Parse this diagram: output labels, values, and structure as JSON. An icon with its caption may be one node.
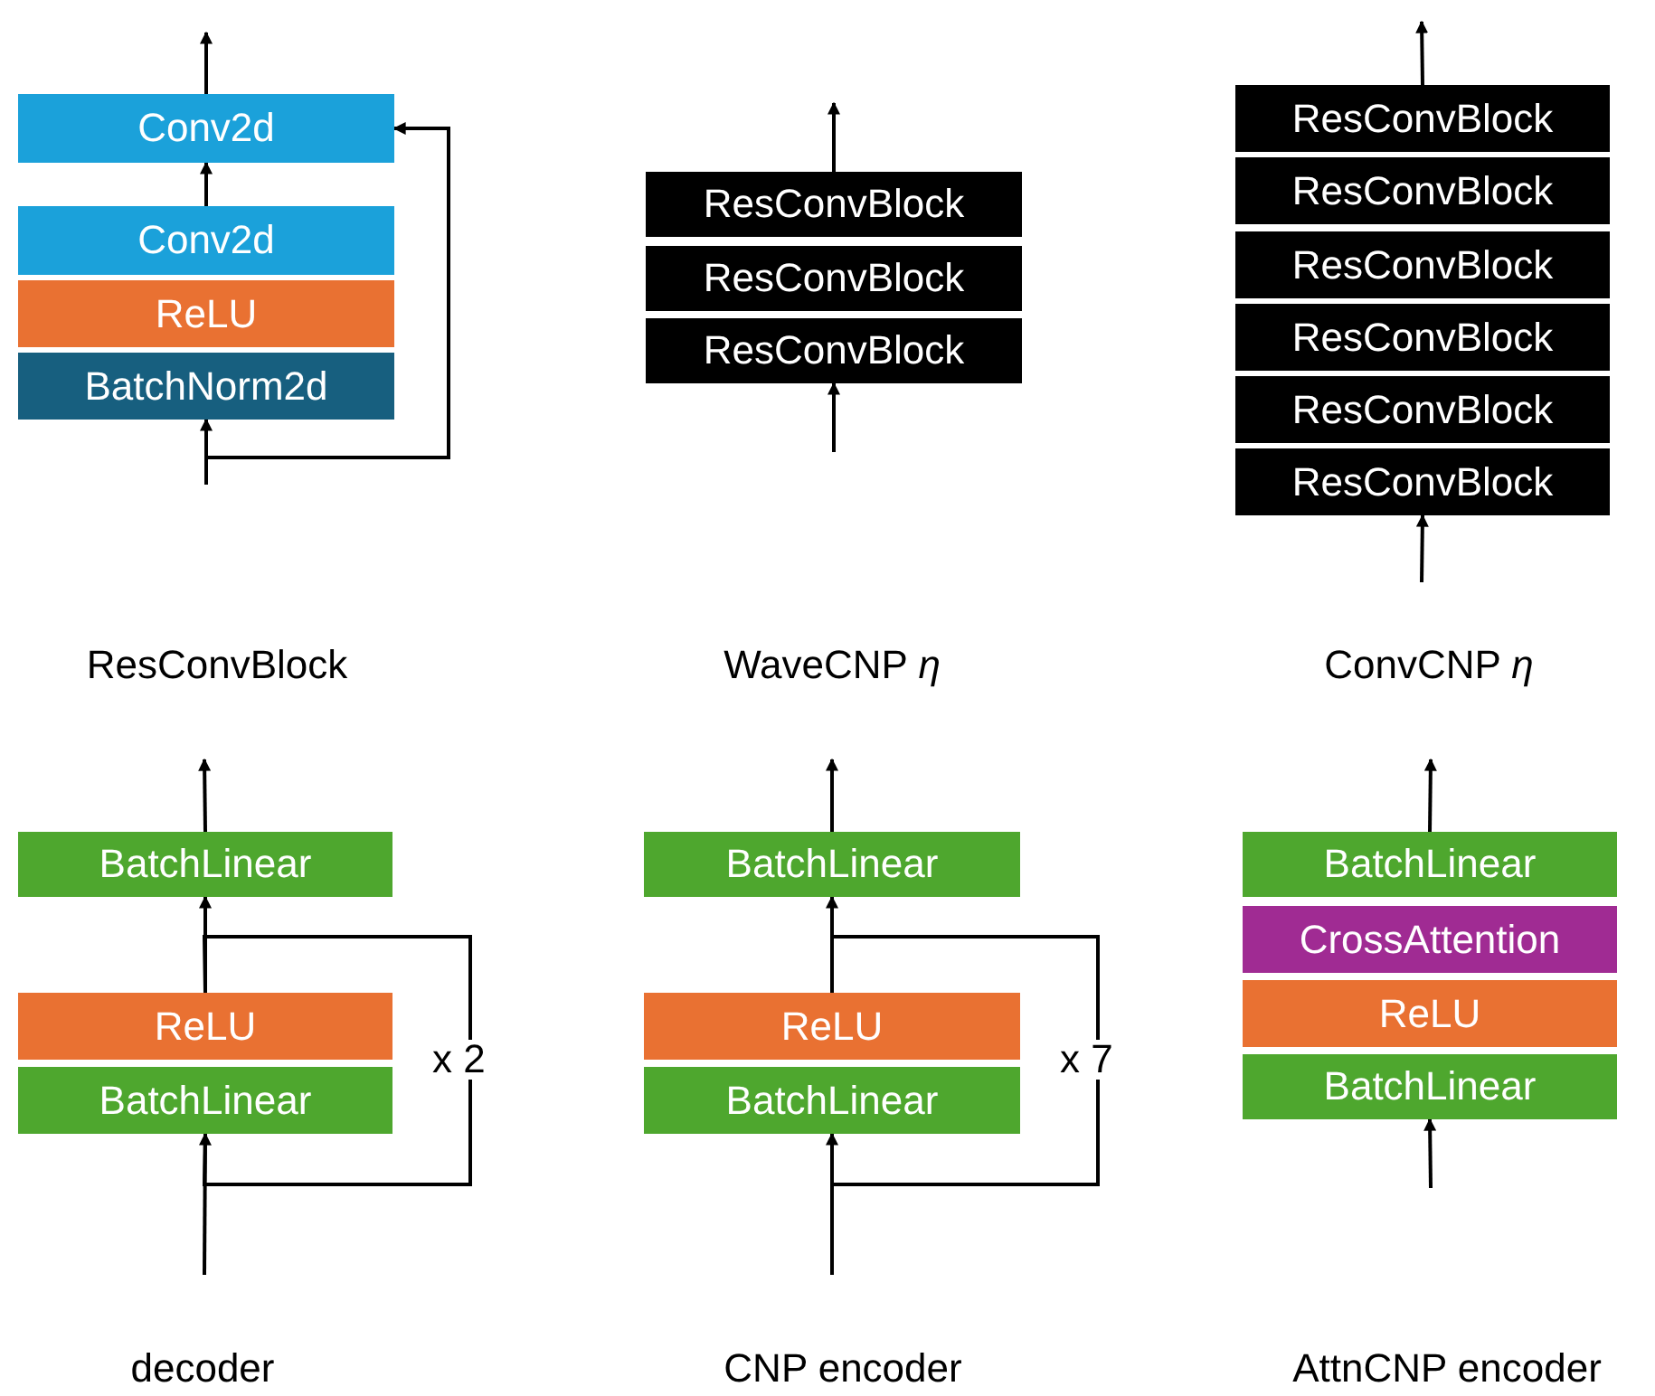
{
  "diagram": {
    "nodes": [
      {
        "text": [
          "Conv2d"
        ]
      },
      {
        "text": [
          "Conv2d"
        ]
      },
      {
        "text": [
          "ReLU"
        ]
      },
      {
        "text": [
          "BatchNorm2d"
        ]
      },
      {
        "text": [
          "ResConvBlock"
        ]
      },
      {
        "text": [
          "ResConvBlock"
        ]
      },
      {
        "text": [
          "ResConvBlock"
        ]
      },
      {
        "text": [
          "ResConvBlock"
        ]
      },
      {
        "text": [
          "ResConvBlock"
        ]
      },
      {
        "text": [
          "ResConvBlock"
        ]
      },
      {
        "text": [
          "ResConvBlock"
        ]
      },
      {
        "text": [
          "ResConvBlock"
        ]
      },
      {
        "text": [
          "ResConvBlock"
        ]
      },
      {
        "text": [
          "BatchLinear"
        ]
      },
      {
        "text": [
          "ReLU"
        ]
      },
      {
        "text": [
          "BatchLinear"
        ]
      },
      {
        "text": [
          "BatchLinear"
        ]
      },
      {
        "text": [
          "ReLU"
        ]
      },
      {
        "text": [
          "BatchLinear"
        ]
      },
      {
        "text": [
          "BatchLinear"
        ]
      },
      {
        "text": [
          "CrossAttention"
        ]
      },
      {
        "text": [
          "ReLU"
        ]
      },
      {
        "text": [
          "BatchLinear"
        ]
      }
    ],
    "edges": [
      {
        "from": 0,
        "to": null,
        "arrow": "to"
      },
      {
        "from": 1,
        "to": 0,
        "arrow": "to"
      },
      {
        "from": null,
        "to": 3,
        "arrow": "to"
      },
      {
        "from": null,
        "to": 0,
        "arrow": "to"
      },
      {
        "from": 4,
        "to": null,
        "arrow": "to"
      },
      {
        "from": null,
        "to": 6,
        "arrow": "to"
      },
      {
        "from": 7,
        "to": null,
        "arrow": "to"
      },
      {
        "from": null,
        "to": 12,
        "arrow": "to"
      },
      {
        "from": 13,
        "to": null,
        "arrow": "to"
      },
      {
        "from": 14,
        "to": 13,
        "arrow": "to"
      },
      {
        "from": null,
        "to": 15,
        "arrow": "to"
      },
      {
        "from": 14,
        "to": 15,
        "arrow": "none",
        "label": "x 2"
      },
      {
        "from": 16,
        "to": null,
        "arrow": "to"
      },
      {
        "from": 17,
        "to": 16,
        "arrow": "to"
      },
      {
        "from": null,
        "to": 18,
        "arrow": "to"
      },
      {
        "from": 17,
        "to": 18,
        "arrow": "none",
        "label": "x 7"
      },
      {
        "from": 19,
        "to": null,
        "arrow": "to"
      },
      {
        "from": null,
        "to": 22,
        "arrow": "to"
      }
    ],
    "labels": [
      "ResConvBlock",
      "WaveCNP *η*",
      "ConvCNP *η*",
      "decoder",
      "CNP encoder",
      "AttnCNP encoder"
    ]
  }
}
